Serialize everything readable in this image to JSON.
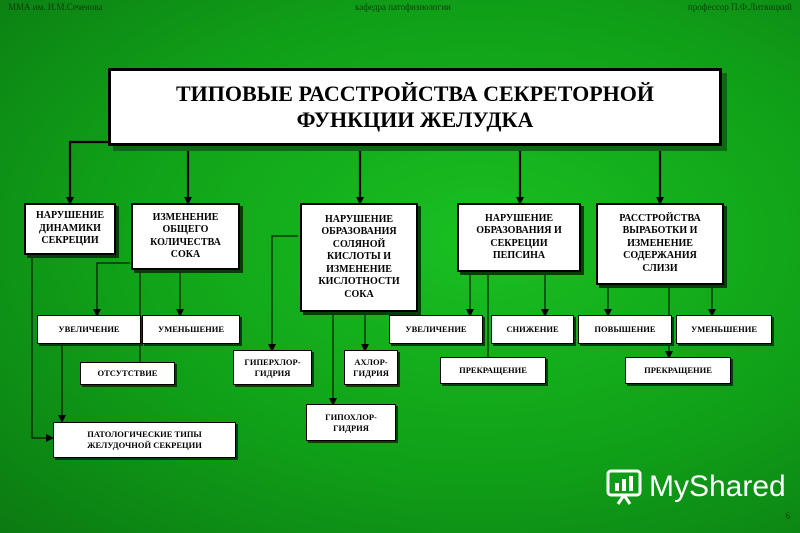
{
  "header": {
    "left": "ММА им. И.М.Сеченова",
    "center": "кафедра патофизиологии",
    "right": "профессор П.Ф.Литвицкий"
  },
  "title": "ТИПОВЫЕ РАССТРОЙСТВА СЕКРЕТОРНОЙ ФУНКЦИИ ЖЕЛУДКА",
  "categories": {
    "dynamics": "НАРУШЕНИЕ ДИНАМИКИ СЕКРЕЦИИ",
    "volume": "ИЗМЕНЕНИЕ ОБЩЕГО КОЛИЧЕСТВА СОКА",
    "hcl": "НАРУШЕНИЕ ОБРАЗОВАНИЯ СОЛЯНОЙ КИСЛОТЫ И ИЗМЕНЕНИЕ КИСЛОТНОСТИ СОКА",
    "pepsin": "НАРУШЕНИЕ ОБРАЗОВАНИЯ И СЕКРЕЦИИ ПЕПСИНА",
    "mucus": "РАССТРОЙСТВА ВЫРАБОТКИ И ИЗМЕНЕНИЕ СОДЕРЖАНИЯ СЛИЗИ"
  },
  "items": {
    "volume_increase": "УВЕЛИЧЕНИЕ",
    "volume_decrease": "УМЕНЬШЕНИЕ",
    "volume_absence": "ОТСУТСТВИЕ",
    "pathologic_types": "ПАТОЛОГИЧЕСКИЕ ТИПЫ ЖЕЛУДОЧНОЙ СЕКРЕЦИИ",
    "hyperchlorhydria": "ГИПЕРХЛОР- ГИДРИЯ",
    "hypochlorhydria": "ГИПОХЛОР- ГИДРИЯ",
    "achlorhydria": "АХЛОР- ГИДРИЯ",
    "pepsin_increase": "УВЕЛИЧЕНИЕ",
    "pepsin_decrease": "СНИЖЕНИЕ",
    "pepsin_stop": "ПРЕКРАЩЕНИЕ",
    "mucus_increase": "ПОВЫШЕНИЕ",
    "mucus_decrease": "УМЕНЬШЕНИЕ",
    "mucus_stop": "ПРЕКРАЩЕНИЕ"
  },
  "watermark": "MyShared",
  "page_number": "6",
  "colors": {
    "background": "#12a81a",
    "box": "#ffffff",
    "line": "#000000"
  }
}
